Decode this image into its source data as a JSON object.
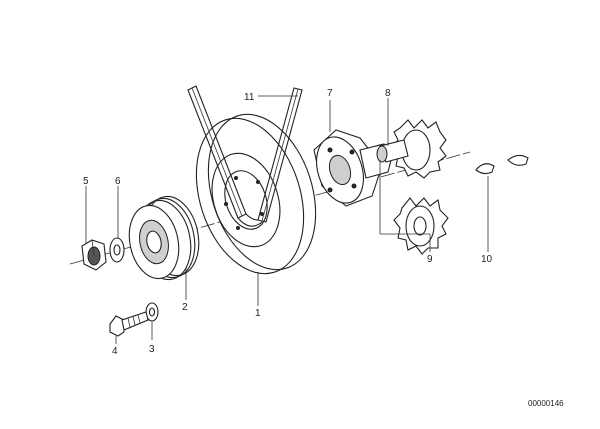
{
  "callouts": {
    "c1": "1",
    "c2": "2",
    "c3": "3",
    "c4": "4",
    "c5": "5",
    "c6": "6",
    "c7": "7",
    "c8": "8",
    "c9": "9",
    "c10": "10",
    "c11": "11"
  },
  "diagram_id": "00000146"
}
